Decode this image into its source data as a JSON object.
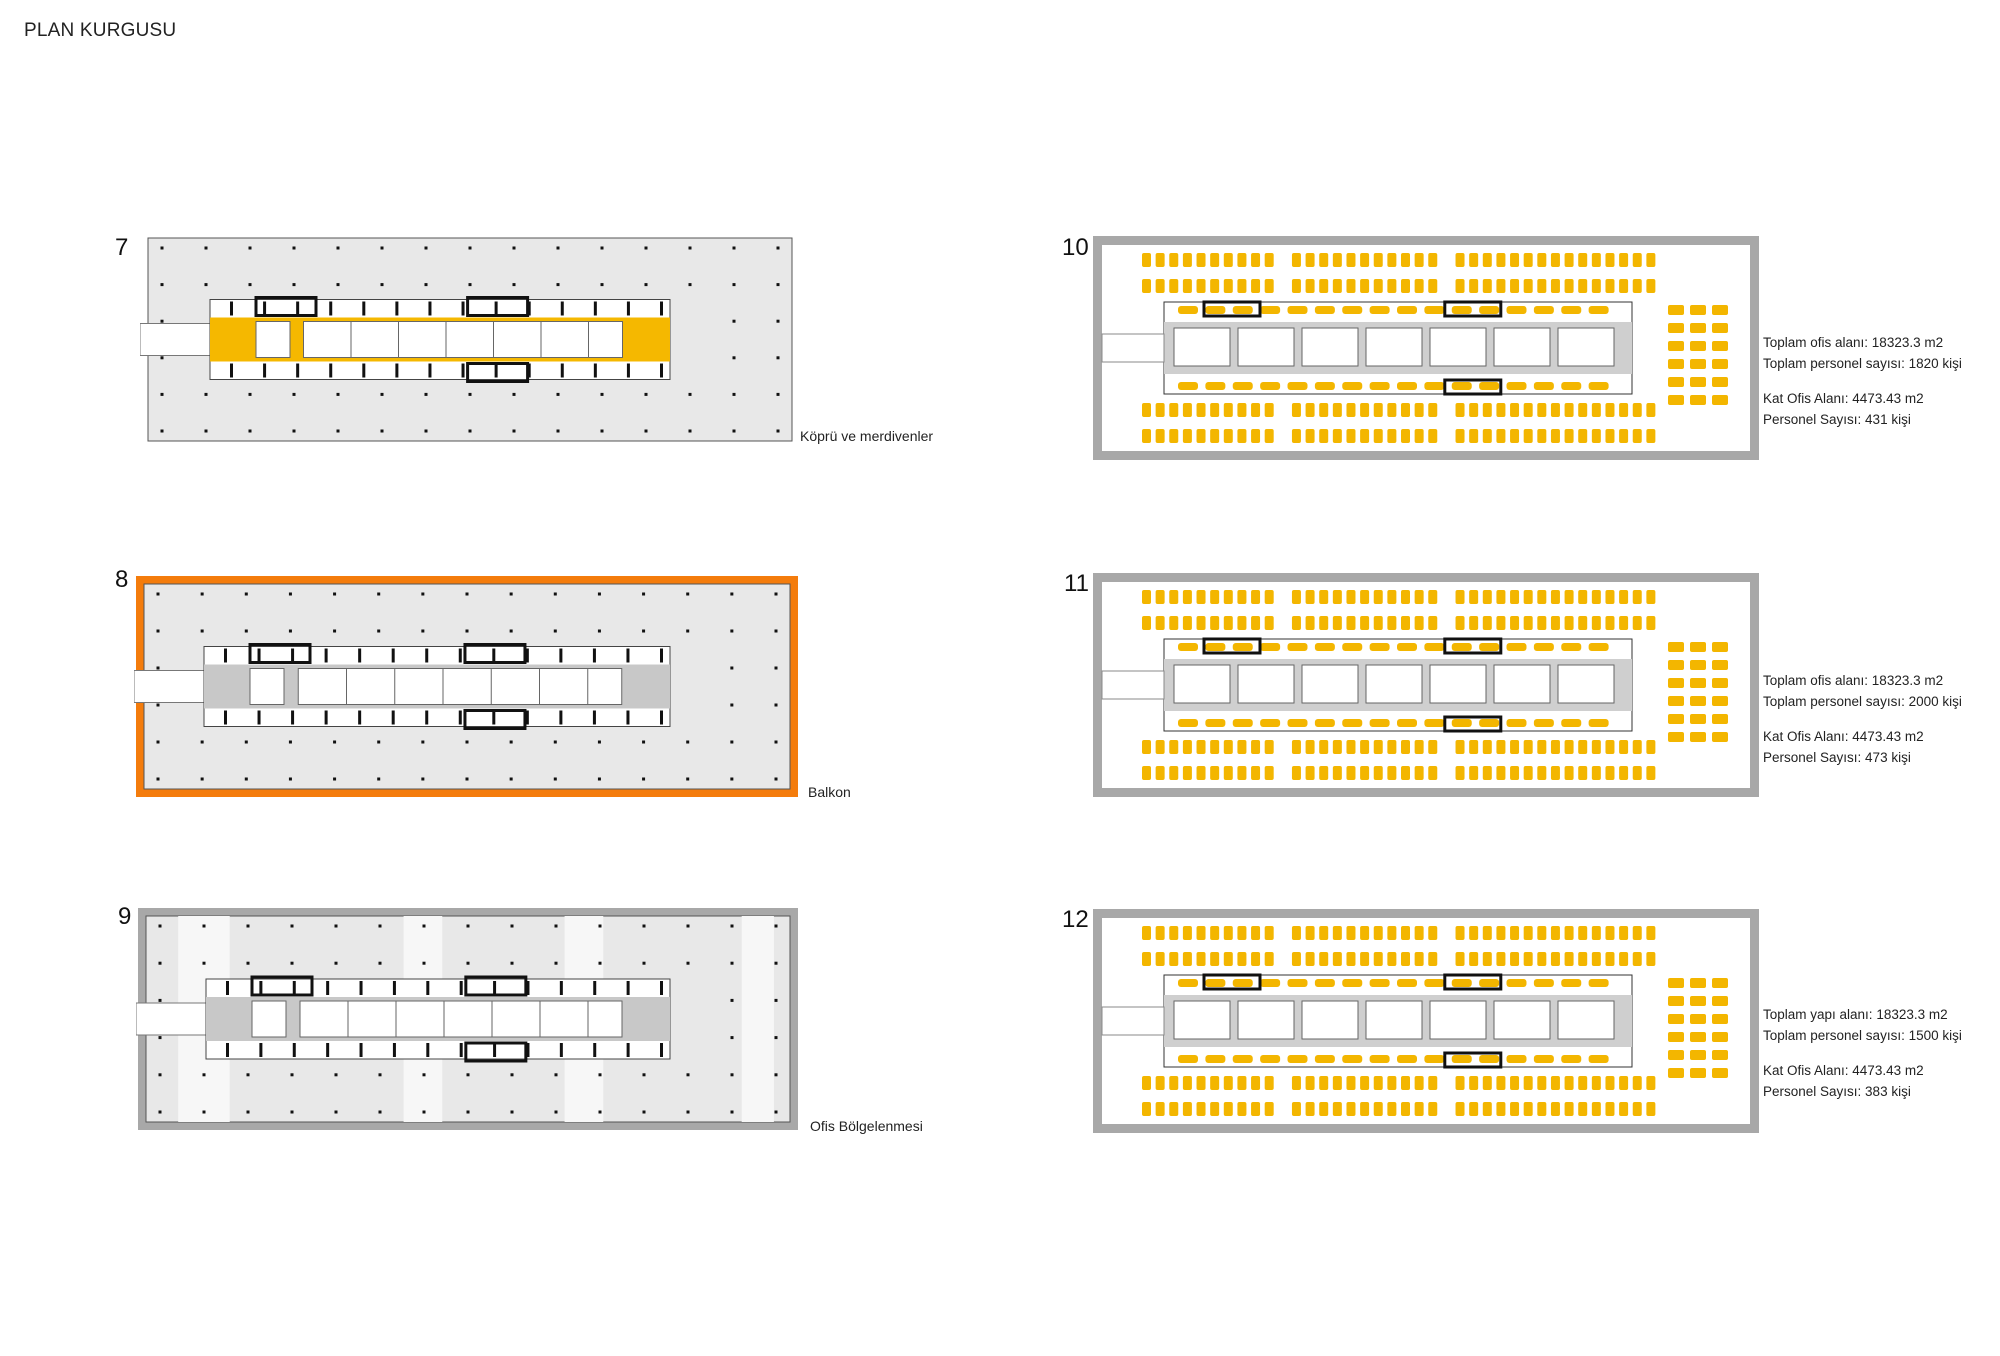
{
  "title": "PLAN KURGUSU",
  "colors": {
    "accent_yellow": "#f5b800",
    "balcony_orange": "#f47c0c",
    "floor_grey": "#e8e8e8",
    "border_grey": "#9a9a9a",
    "desk_yellow": "#f3b600"
  },
  "plans_left": [
    {
      "number": "7",
      "caption": "Köprü ve merdivenler",
      "variant": "bridge"
    },
    {
      "number": "8",
      "caption": "Balkon",
      "variant": "balcony"
    },
    {
      "number": "9",
      "caption": "Ofis Bölgelenmesi",
      "variant": "zoning"
    }
  ],
  "plans_right": [
    {
      "number": "10",
      "stats": [
        "Toplam ofis alanı: 18323.3 m2",
        "Toplam personel sayısı: 1820 kişi",
        "Kat Ofis Alanı: 4473.43 m2",
        "Personel Sayısı: 431 kişi"
      ]
    },
    {
      "number": "11",
      "stats": [
        "Toplam ofis alanı: 18323.3 m2",
        "Toplam personel sayısı: 2000 kişi",
        "Kat Ofis Alanı: 4473.43 m2",
        "Personel Sayısı: 473 kişi"
      ]
    },
    {
      "number": "12",
      "stats": [
        "Toplam yapı alanı: 18323.3 m2",
        "Toplam personel sayısı: 1500 kişi",
        "Kat Ofis Alanı: 4473.43 m2",
        "Personel Sayısı: 383 kişi"
      ]
    }
  ]
}
